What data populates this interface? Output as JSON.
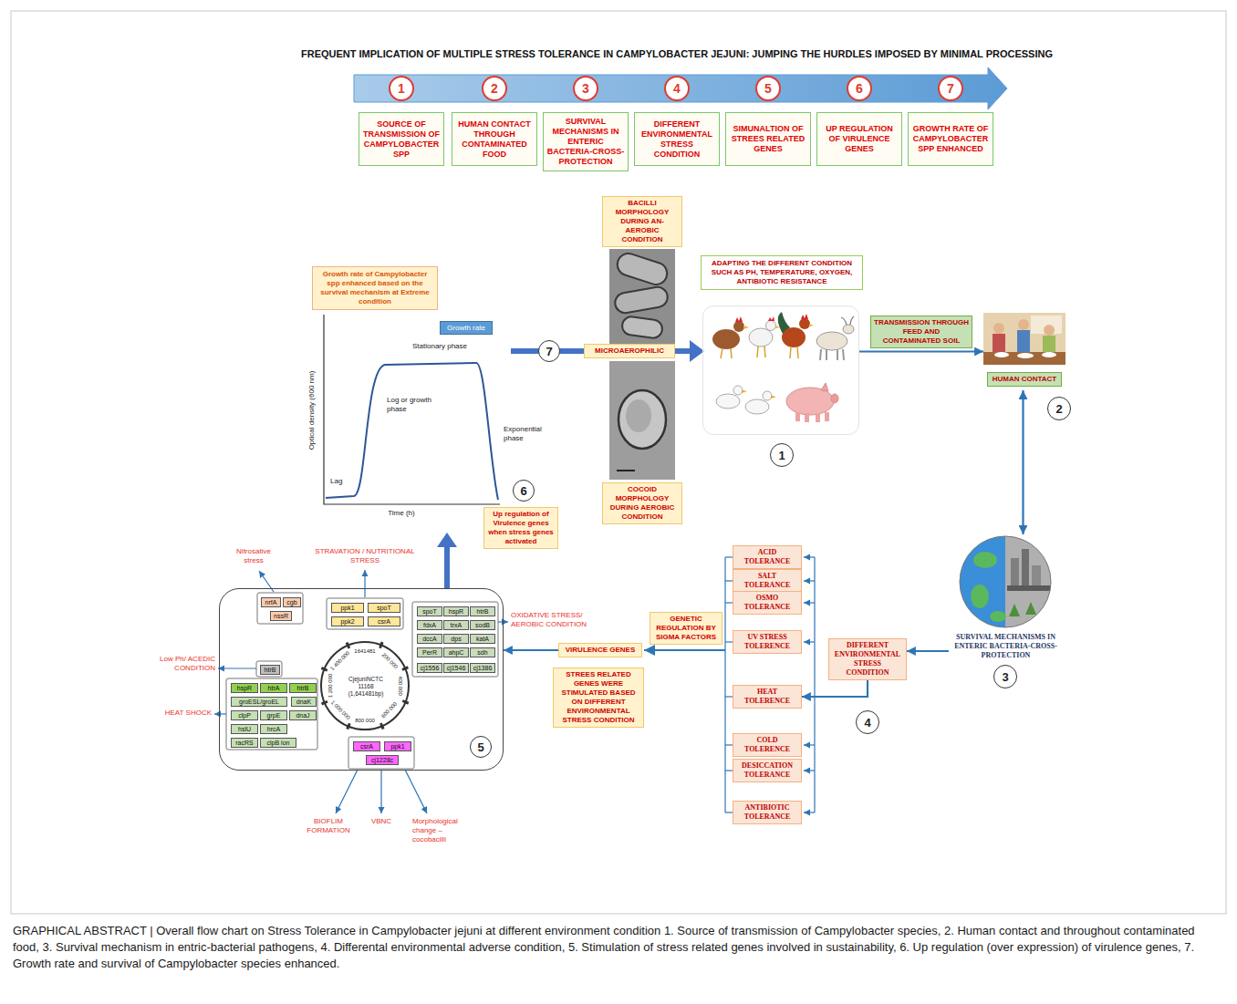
{
  "diagram": {
    "title": "FREQUENT IMPLICATION OF MULTIPLE STRESS TOLERANCE IN CAMPYLOBACTER JEJUNI: JUMPING THE HURDLES IMPOSED BY MINIMAL PROCESSING",
    "caption": "GRAPHICAL ABSTRACT | Overall flow chart on Stress Tolerance in Campylobacter jejuni at different environment condition 1. Source of transmission of Campylobacter species, 2. Human contact and throughout contaminated food, 3. Survival mechanism in entric-bacterial pathogens, 4. Differental environmental adverse condition, 5. Stimulation of stress related genes involved in sustainability, 6. Up regulation (over expression) of virulence genes, 7. Growth rate and survival of Campylobacter species enhanced.",
    "nodes": [
      {
        "text": [
          "1"
        ]
      },
      {
        "text": [
          "SOURCE OF TRANSMISSION OF CAMPYLOBACTER SPP"
        ]
      },
      {
        "text": [
          "2"
        ]
      },
      {
        "text": [
          "HUMAN CONTACT THROUGH CONTAMINATED FOOD"
        ]
      },
      {
        "text": [
          "3"
        ]
      },
      {
        "text": [
          "SURVIVAL MECHANISMS IN ENTERIC BACTERIA-CROSS-PROTECTION"
        ]
      },
      {
        "text": [
          "4"
        ]
      },
      {
        "text": [
          "DIFFERENT ENVIRONMENTAL STRESS CONDITION"
        ]
      },
      {
        "text": [
          "5"
        ]
      },
      {
        "text": [
          "SIMUNALTION OF STREES RELATED GENES"
        ]
      },
      {
        "text": [
          "6"
        ]
      },
      {
        "text": [
          "UP REGULATION OF VIRULENCE GENES"
        ]
      },
      {
        "text": [
          "7"
        ]
      },
      {
        "text": [
          "GROWTH RATE OF CAMPYLOBACTER SPP ENHANCED"
        ]
      },
      {
        "text": [
          "BACILLI MORPHOLOGY DURING AN-AEROBIC CONDITION"
        ]
      },
      {
        "text": [
          "MICROAEROPHILIC"
        ]
      },
      {
        "text": [
          "COCOID MORPHOLOGY DURING AEROBIC CONDITION"
        ]
      },
      {
        "text": [
          "ADAPTING THE DIFFERENT CONDITION SUCH AS PH, TEMPERATURE, OXYGEN, ANTIBIOTIC RESISTANCE"
        ]
      },
      {
        "text": [
          "1"
        ]
      },
      {
        "text": [
          "HUMAN CONTACT",
          "2"
        ]
      },
      {
        "text": [
          "SURVIVAL MECHANISMS IN ENTERIC BACTERIA-CROSS-PROTECTION",
          "3"
        ]
      },
      {
        "text": [
          "DIFFERENT ENVIRONMENTAL STRESS CONDITION"
        ]
      },
      {
        "text": [
          "4"
        ]
      },
      {
        "text": [
          "ACID TOLERANCE"
        ]
      },
      {
        "text": [
          "SALT TOLERANCE"
        ]
      },
      {
        "text": [
          "OSMO TOLERANCE"
        ]
      },
      {
        "text": [
          "UV STRESS TOLERENCE"
        ]
      },
      {
        "text": [
          "HEAT TOLERENCE"
        ]
      },
      {
        "text": [
          "COLD TOLERENCE"
        ]
      },
      {
        "text": [
          "DESICCATION TOLERANCE"
        ]
      },
      {
        "text": [
          "ANTIBIOTIC TOLERANCE"
        ]
      },
      {
        "text": [
          "GENETIC REGULATION BY SIGMA FACTORS"
        ]
      },
      {
        "text": [
          "VIRULENCE GENES"
        ]
      },
      {
        "text": [
          "STREES RELATED GENES WERE STIMULATED BASED ON DIFFERENT ENVIRONMENTAL STRESS CONDITION"
        ]
      },
      {
        "text": [
          "Growth rate of Campylobacter spp enhanced based on the survival mechanism at Extreme condition"
        ]
      },
      {
        "text": [
          "Growth rate"
        ]
      },
      {
        "text": [
          "7"
        ]
      },
      {
        "text": [
          "6"
        ]
      },
      {
        "text": [
          "Up regulation of Virulence genes when stress genes activated"
        ]
      },
      {
        "text": [
          "CjejuniNCTC 11168 (1,641481bp)",
          "5"
        ]
      },
      {
        "text": [
          "nrfA"
        ],
        "in": 39
      },
      {
        "text": [
          "cgb"
        ],
        "in": 39
      },
      {
        "text": [
          "nssR"
        ],
        "in": 39
      },
      {
        "text": [
          "ppk1"
        ],
        "in": 39
      },
      {
        "text": [
          "spoT"
        ],
        "in": 39
      },
      {
        "text": [
          "ppk2"
        ],
        "in": 39
      },
      {
        "text": [
          "csrA"
        ],
        "in": 39
      },
      {
        "text": [
          "htrB"
        ],
        "in": 39
      },
      {
        "text": [
          "hspR"
        ],
        "in": 39
      },
      {
        "text": [
          "htrA"
        ],
        "in": 39
      },
      {
        "text": [
          "htrB"
        ],
        "in": 39
      },
      {
        "text": [
          "groESL/groEL"
        ],
        "in": 39
      },
      {
        "text": [
          "dnaK"
        ],
        "in": 39
      },
      {
        "text": [
          "clpP"
        ],
        "in": 39
      },
      {
        "text": [
          "grpE"
        ],
        "in": 39
      },
      {
        "text": [
          "dnaJ"
        ],
        "in": 39
      },
      {
        "text": [
          "hslU"
        ],
        "in": 39
      },
      {
        "text": [
          "hrcA"
        ],
        "in": 39
      },
      {
        "text": [
          "racRS"
        ],
        "in": 39
      },
      {
        "text": [
          "clpB lon"
        ],
        "in": 39
      },
      {
        "text": [
          "spoT"
        ],
        "in": 39
      },
      {
        "text": [
          "hspR"
        ],
        "in": 39
      },
      {
        "text": [
          "htrB"
        ],
        "in": 39
      },
      {
        "text": [
          "fdxA"
        ],
        "in": 39
      },
      {
        "text": [
          "trxA"
        ],
        "in": 39
      },
      {
        "text": [
          "sodB"
        ],
        "in": 39
      },
      {
        "text": [
          "dccA"
        ],
        "in": 39
      },
      {
        "text": [
          "dps"
        ],
        "in": 39
      },
      {
        "text": [
          "katA"
        ],
        "in": 39
      },
      {
        "text": [
          "PerR"
        ],
        "in": 39
      },
      {
        "text": [
          "ahpC"
        ],
        "in": 39
      },
      {
        "text": [
          "sdh"
        ],
        "in": 39
      },
      {
        "text": [
          "cj1556"
        ],
        "in": 39
      },
      {
        "text": [
          "cj1546"
        ],
        "in": 39
      },
      {
        "text": [
          "cj1386"
        ],
        "in": 39
      },
      {
        "text": [
          "csrA"
        ],
        "in": 39
      },
      {
        "text": [
          "ppk1"
        ],
        "in": 39
      },
      {
        "text": [
          "cj1228c"
        ],
        "in": 39
      }
    ],
    "edges": [
      {
        "from": 18,
        "to": 19,
        "arrow": "to",
        "label": "TRANSMISSION THROUGH FEED AND CONTAMINATED SOIL"
      },
      {
        "from": 19,
        "to": 20,
        "arrow": "both"
      },
      {
        "from": 20,
        "to": 21,
        "arrow": "to"
      },
      {
        "from": 21,
        "to": 27,
        "arrow": "to"
      },
      {
        "from": 32,
        "to": 39,
        "arrow": "to"
      }
    ],
    "labels": [
      "Nitrosative stress",
      "STRAVATION / NUTRITIONAL STRESS",
      "OXIDATIVE STRESS/ AEROBIC CONDITION",
      "Low Ph/ ACEDIC CONDITION",
      "HEAT SHOCK",
      "BIOFLIM FORMATION",
      "VBNC",
      "Morphological change – cocobacilli",
      "Stationary phase",
      "Log or growth phase",
      "Lag",
      "Exponential phase",
      "Optical density (600 nm)",
      "Time (h)",
      "1641481",
      "200 000",
      "400 000",
      "600 000",
      "800 000",
      "1 000 000",
      "1 200 000",
      "1 400 000"
    ]
  }
}
